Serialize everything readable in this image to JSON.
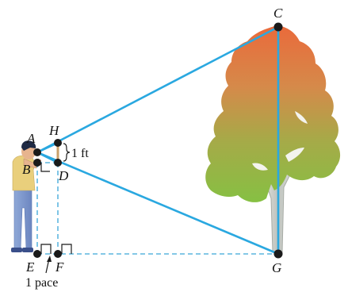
{
  "diagram": {
    "points": {
      "A": "A",
      "B": "B",
      "C": "C",
      "D": "D",
      "E": "E",
      "F": "F",
      "G": "G",
      "H": "H"
    },
    "annotations": {
      "height_note": "1 ft",
      "pace_note": "1 pace"
    },
    "colors": {
      "sight_line": "#2aa8e0",
      "dashed_line": "#3aa6d8",
      "point": "#1a1a1a",
      "tree_top": "#e8673a",
      "tree_bottom": "#8cc040",
      "trunk": "#c9ccc8"
    }
  }
}
